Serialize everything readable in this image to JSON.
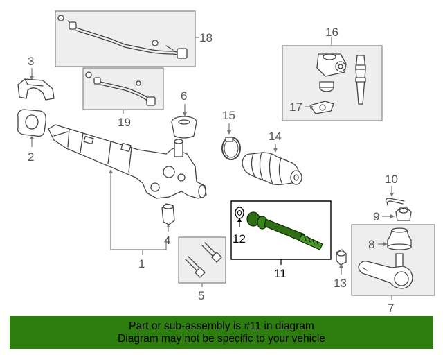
{
  "callouts": {
    "c1": "1",
    "c2": "2",
    "c3": "3",
    "c4": "4",
    "c5": "5",
    "c6": "6",
    "c7": "7",
    "c8": "8",
    "c9": "9",
    "c10": "10",
    "c11": "11",
    "c12": "12",
    "c13": "13",
    "c14": "14",
    "c15": "15",
    "c16": "16",
    "c17": "17",
    "c18": "18",
    "c19": "19"
  },
  "highlighted_part": "11",
  "banner": {
    "line1": "Part or sub-assembly is #11 in diagram",
    "line2": "Diagram may not be specific to your vehicle"
  },
  "colors": {
    "banner_bg": "#2e7d0f",
    "highlight_part": "#2e6e14",
    "box_fill": "#eeeeee",
    "line": "#444444"
  }
}
